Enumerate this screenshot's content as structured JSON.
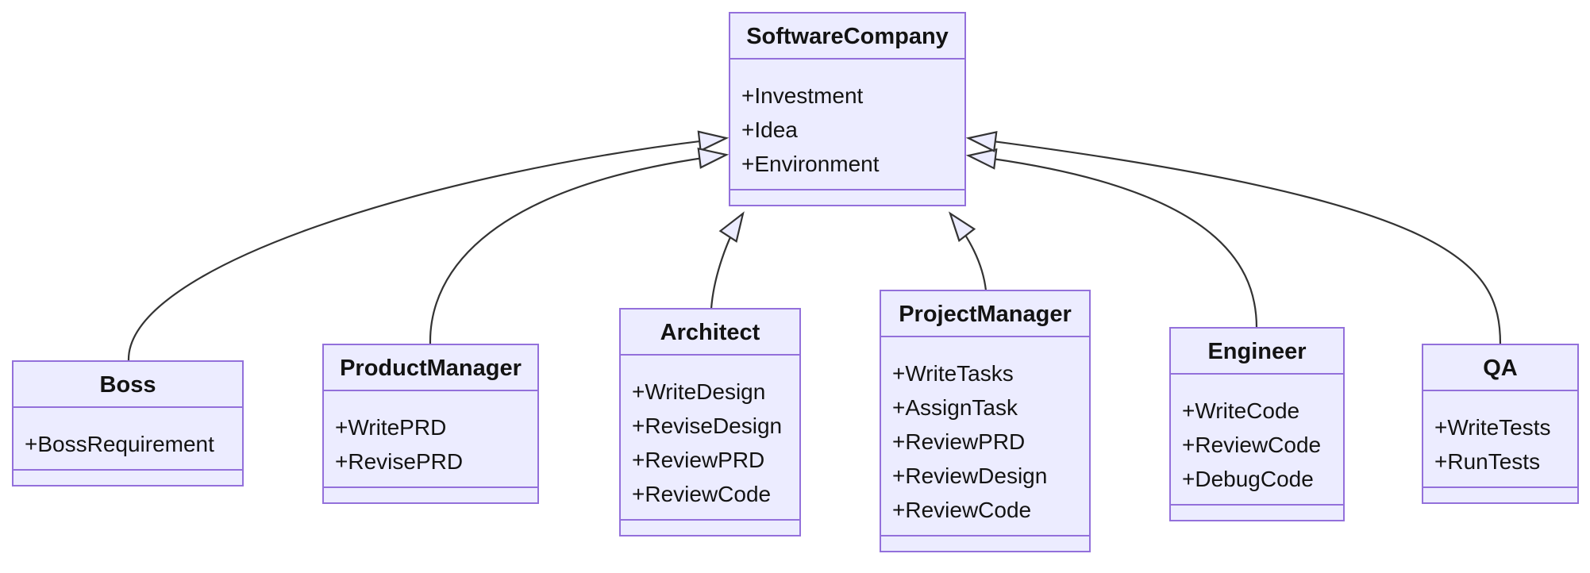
{
  "diagram": {
    "kind": "uml-class-diagram",
    "background": "#ffffff"
  },
  "colors": {
    "node-fill": "#ECECFF",
    "node-border": "#9370DB",
    "edge-color": "#333333",
    "text-color": "#131313",
    "arrowhead-fill": "#ECECFF",
    "background": "#ffffff"
  },
  "classes": [
    {
      "name": "SoftwareCompany",
      "members": [
        "+Investment",
        "+Idea",
        "+Environment"
      ]
    },
    {
      "name": "Boss",
      "members": [
        "+BossRequirement"
      ]
    },
    {
      "name": "ProductManager",
      "members": [
        "+WritePRD",
        "+RevisePRD"
      ]
    },
    {
      "name": "Architect",
      "members": [
        "+WriteDesign",
        "+ReviseDesign",
        "+ReviewPRD",
        "+ReviewCode"
      ]
    },
    {
      "name": "ProjectManager",
      "members": [
        "+WriteTasks",
        "+AssignTask",
        "+ReviewPRD",
        "+ReviewDesign",
        "+ReviewCode"
      ]
    },
    {
      "name": "Engineer",
      "members": [
        "+WriteCode",
        "+ReviewCode",
        "+DebugCode"
      ]
    },
    {
      "name": "QA",
      "members": [
        "+WriteTests",
        "+RunTests"
      ]
    }
  ],
  "relationships": [
    {
      "from": "Boss",
      "to": "SoftwareCompany",
      "type": "inheritance"
    },
    {
      "from": "ProductManager",
      "to": "SoftwareCompany",
      "type": "inheritance"
    },
    {
      "from": "Architect",
      "to": "SoftwareCompany",
      "type": "inheritance"
    },
    {
      "from": "ProjectManager",
      "to": "SoftwareCompany",
      "type": "inheritance"
    },
    {
      "from": "Engineer",
      "to": "SoftwareCompany",
      "type": "inheritance"
    },
    {
      "from": "QA",
      "to": "SoftwareCompany",
      "type": "inheritance"
    }
  ]
}
